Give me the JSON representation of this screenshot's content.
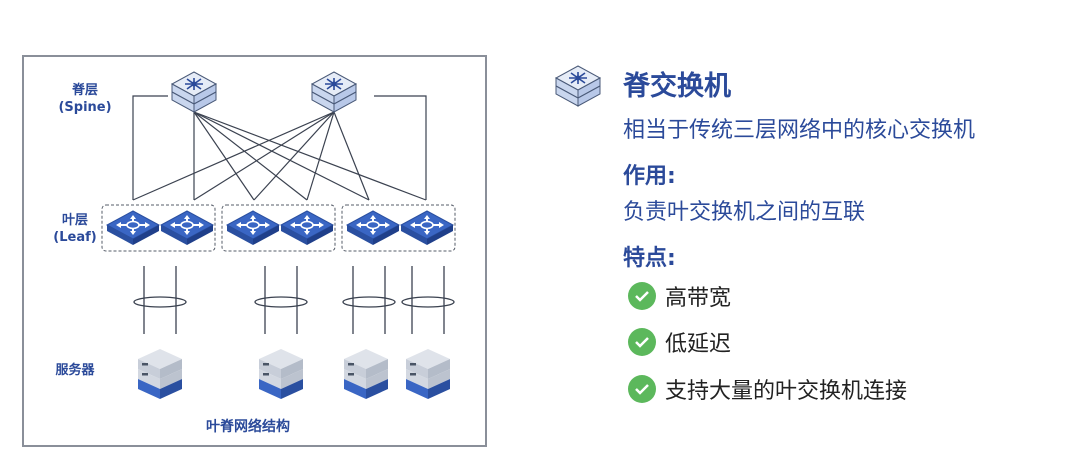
{
  "diagram": {
    "layer_spine": "脊层",
    "layer_spine_en": "(Spine)",
    "layer_leaf": "叶层",
    "layer_leaf_en": "(Leaf)",
    "layer_server": "服务器",
    "caption": "叶脊网络结构"
  },
  "panel": {
    "icon": "spine-switch-icon",
    "title": "脊交换机",
    "description": "相当于传统三层网络中的核心交换机",
    "role_heading": "作用:",
    "role_text": "负责叶交换机之间的互联",
    "features_heading": "特点:",
    "features": [
      {
        "icon": "check-circle-icon",
        "label": "高带宽"
      },
      {
        "icon": "check-circle-icon",
        "label": "低延迟"
      },
      {
        "icon": "check-circle-icon",
        "label": "支持大量的叶交换机连接"
      }
    ]
  },
  "colors": {
    "accent": "#2b4a9a",
    "switch_blue": "#3a66c4",
    "check_green": "#5cb85c",
    "line_gray": "#3b4250"
  }
}
